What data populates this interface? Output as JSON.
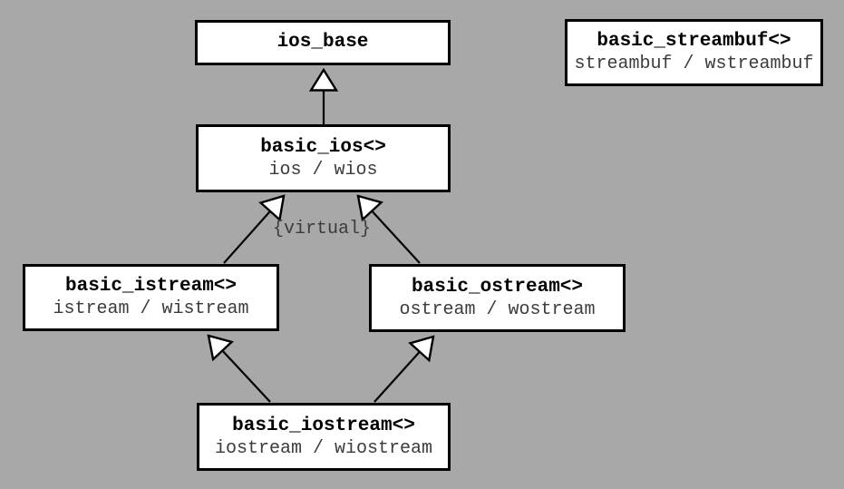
{
  "diagram": {
    "kind": "uml-class-inheritance",
    "subject": "C++ iostream class hierarchy",
    "colors": {
      "background": "#a8a8a8",
      "box_fill": "#ffffff",
      "box_border": "#000000",
      "title_text": "#000000",
      "subtitle_text": "#3c3c3c",
      "arrow_stroke": "#000000",
      "arrow_head_fill": "#ffffff"
    }
  },
  "boxes": [
    {
      "id": "ios_base",
      "title": "ios_base",
      "subtitle": ""
    },
    {
      "id": "basic_streambuf",
      "title": "basic_streambuf<>",
      "subtitle": "streambuf / wstreambuf"
    },
    {
      "id": "basic_ios",
      "title": "basic_ios<>",
      "subtitle": "ios / wios"
    },
    {
      "id": "basic_istream",
      "title": "basic_istream<>",
      "subtitle": "istream / wistream"
    },
    {
      "id": "basic_ostream",
      "title": "basic_ostream<>",
      "subtitle": "ostream / wostream"
    },
    {
      "id": "basic_iostream",
      "title": "basic_iostream<>",
      "subtitle": "iostream / wiostream"
    }
  ],
  "edges": [
    {
      "from": "basic_ios<>",
      "to": "ios_base",
      "style": "inheritance"
    },
    {
      "from": "basic_istream<>",
      "to": "basic_ios<>",
      "style": "virtual inheritance"
    },
    {
      "from": "basic_ostream<>",
      "to": "basic_ios<>",
      "style": "virtual inheritance"
    },
    {
      "from": "basic_iostream<>",
      "to": "basic_istream<>",
      "style": "inheritance"
    },
    {
      "from": "basic_iostream<>",
      "to": "basic_ostream<>",
      "style": "inheritance"
    }
  ],
  "annotations": {
    "virtual_label": "{virtual}"
  }
}
